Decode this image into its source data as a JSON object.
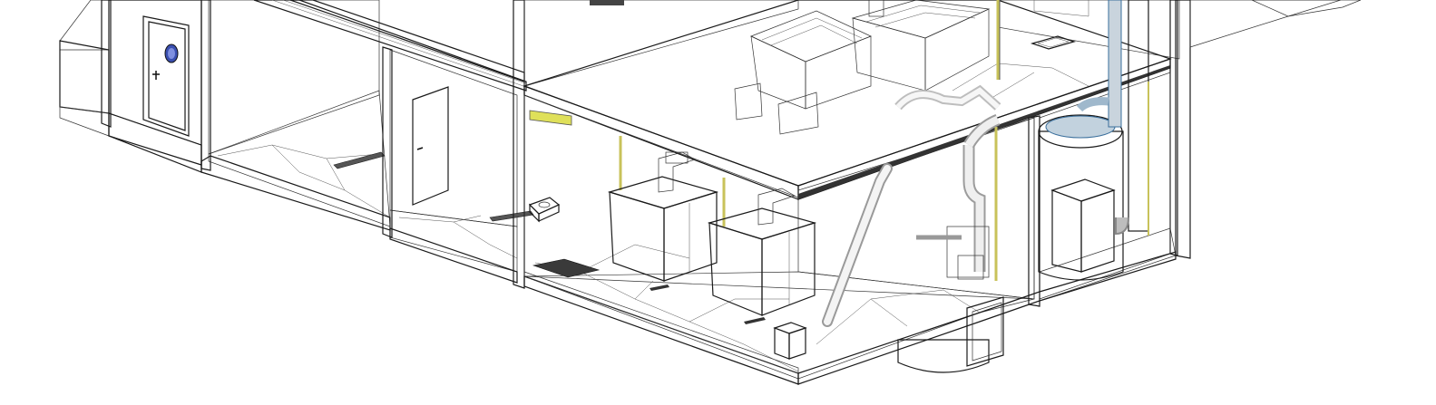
{
  "view": {
    "type": "isometric-section-cutaway",
    "style": "hidden-line shaded",
    "background": "#ffffff"
  },
  "colors": {
    "wall_cut": "#6d6d6d",
    "floor": "#d2d2d2",
    "floor_dark": "#bdbdbd",
    "wall_light": "#cfcfcf",
    "wall_mid": "#a9a9a9",
    "wall_dark": "#8a8a8a",
    "equipment": "#ececec",
    "tank": "#8e8e8e",
    "pipe_blue": "#9fb8cc",
    "pipe_yellow": "#c8c25a",
    "door_window": "#3a4fb0"
  },
  "components": {
    "doors": 2,
    "boilers": 2,
    "ceiling_plant_units": 2,
    "storage_tanks": 2,
    "wash_basins": 1
  }
}
